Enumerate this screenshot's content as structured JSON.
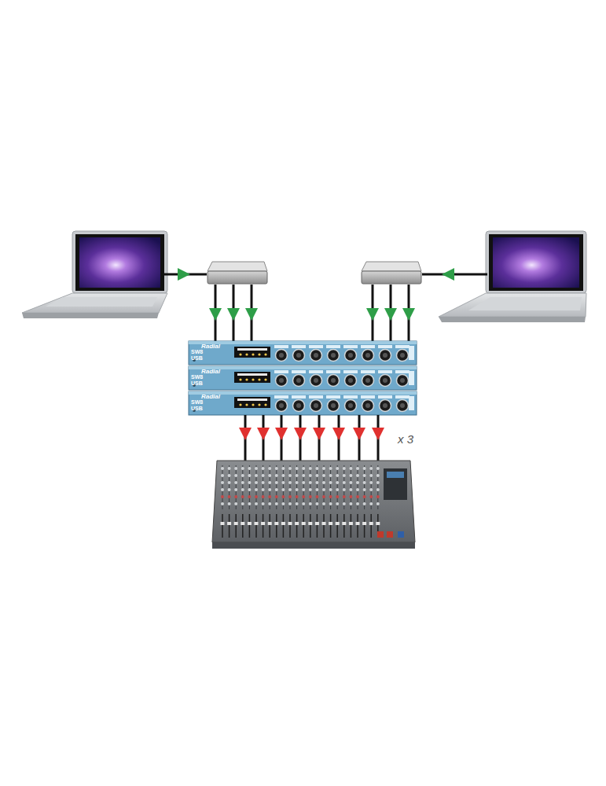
{
  "diagram": {
    "labels": [
      "Radial",
      "SW8",
      "USB",
      "Radial",
      "SW8",
      "USB",
      "Radial",
      "SW8",
      "USB",
      "x 3"
    ]
  }
}
